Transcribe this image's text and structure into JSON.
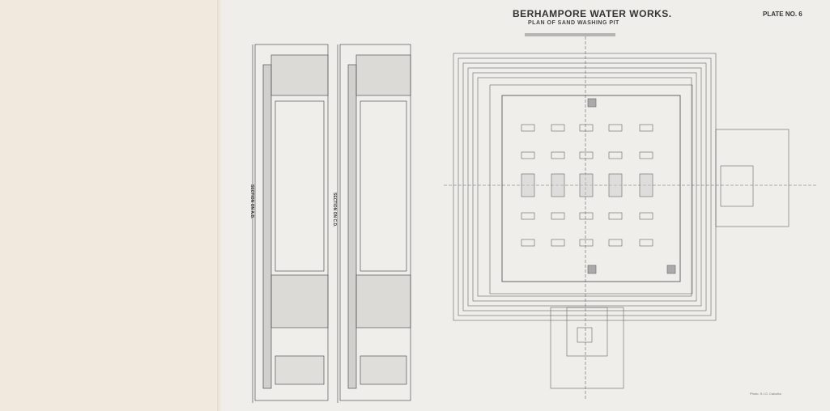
{
  "title": "BERHAMPORE WATER WORKS.",
  "subtitle": "PLAN OF SAND WASHING PIT",
  "plate": "PLATE NO. 6",
  "sections": [
    "SECTION ON A.B.",
    "SECTION ON C.D."
  ],
  "credit": "Photo. S.I.O. Calcutta",
  "colors": {
    "paper_left": "#f1e9de",
    "paper_right": "#f0eeea",
    "ink": "#555555"
  },
  "grid": {
    "rows": 5,
    "cols": 5
  }
}
